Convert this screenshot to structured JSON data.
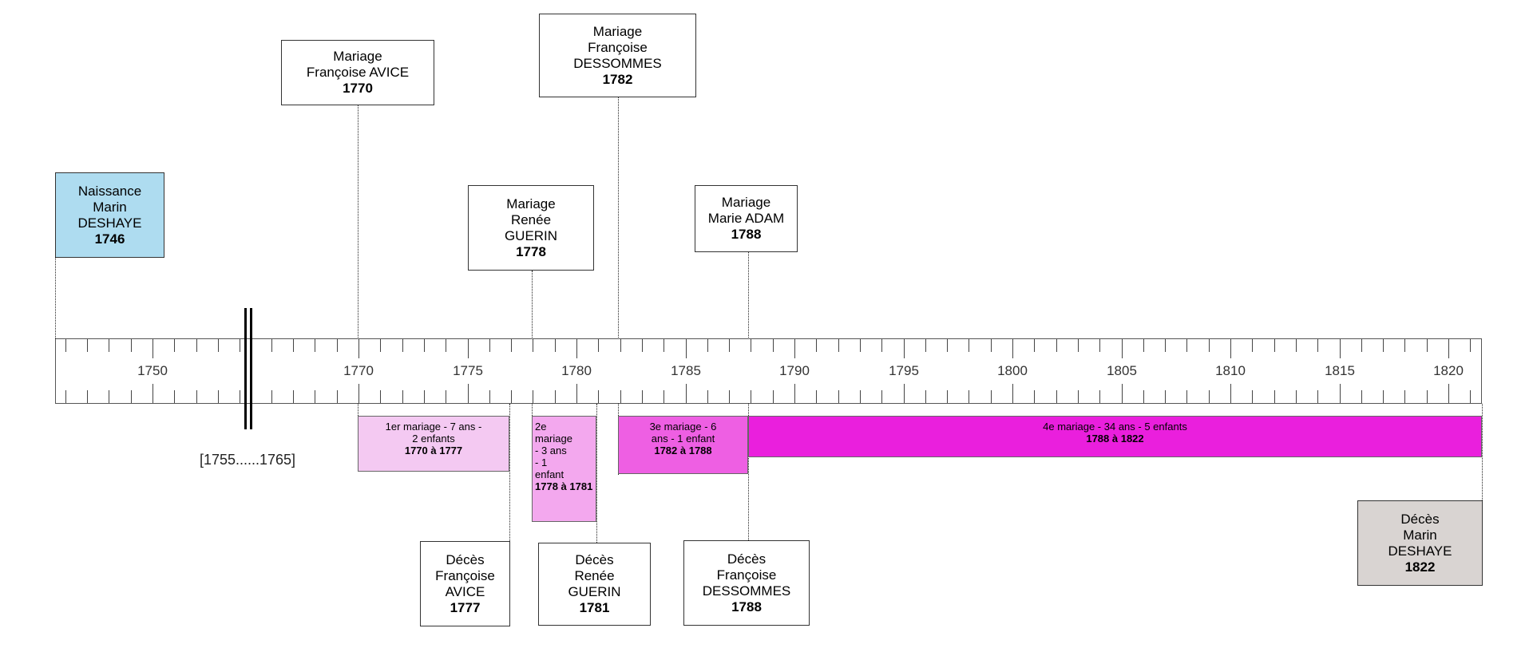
{
  "axis": {
    "year_labels": [
      "1750",
      "1770",
      "1775",
      "1780",
      "1785",
      "1790",
      "1795",
      "1800",
      "1805",
      "1810",
      "1815",
      "1820"
    ],
    "break_label": "[1755......1765]"
  },
  "events": {
    "naissance": {
      "lines": [
        "Naissance",
        "Marin",
        "DESHAYE"
      ],
      "year": "1746"
    },
    "mariage_avice": {
      "lines": [
        "Mariage",
        "Françoise AVICE"
      ],
      "year": "1770"
    },
    "mariage_dessommes": {
      "lines": [
        "Mariage",
        "Françoise",
        "DESSOMMES"
      ],
      "year": "1782"
    },
    "mariage_guerin": {
      "lines": [
        "Mariage",
        "Renée",
        "GUERIN"
      ],
      "year": "1778"
    },
    "mariage_adam": {
      "lines": [
        "Mariage",
        "Marie ADAM"
      ],
      "year": "1788"
    },
    "deces_avice": {
      "lines": [
        "Décès",
        "Françoise",
        "AVICE"
      ],
      "year": "1777"
    },
    "deces_guerin": {
      "lines": [
        "Décès",
        "Renée",
        "GUERIN"
      ],
      "year": "1781"
    },
    "deces_dessommes": {
      "lines": [
        "Décès",
        "Françoise",
        "DESSOMMES"
      ],
      "year": "1788"
    },
    "deces_marin": {
      "lines": [
        "Décès",
        "Marin",
        "DESHAYE"
      ],
      "year": "1822"
    }
  },
  "periods": {
    "p1": {
      "lines": [
        "1er mariage - 7 ans -",
        "2 enfants"
      ],
      "range": "1770 à 1777"
    },
    "p2": {
      "lines": [
        "2e",
        "mariage",
        "- 3 ans",
        "- 1",
        "enfant"
      ],
      "range": "1778 à 1781"
    },
    "p3": {
      "lines": [
        "3e mariage - 6",
        "ans - 1 enfant"
      ],
      "range": "1782 à 1788"
    },
    "p4": {
      "lines": [
        "4e mariage - 34 ans - 5 enfants"
      ],
      "range": "1788 à 1822"
    }
  },
  "colors": {
    "naissance": "#aedcf0",
    "deces_marin": "#d9d4d2",
    "period_1": "#f4c9f2",
    "period_2": "#f3a8ee",
    "period_3": "#ee5fe3",
    "period_4": "#ea1fdd"
  }
}
